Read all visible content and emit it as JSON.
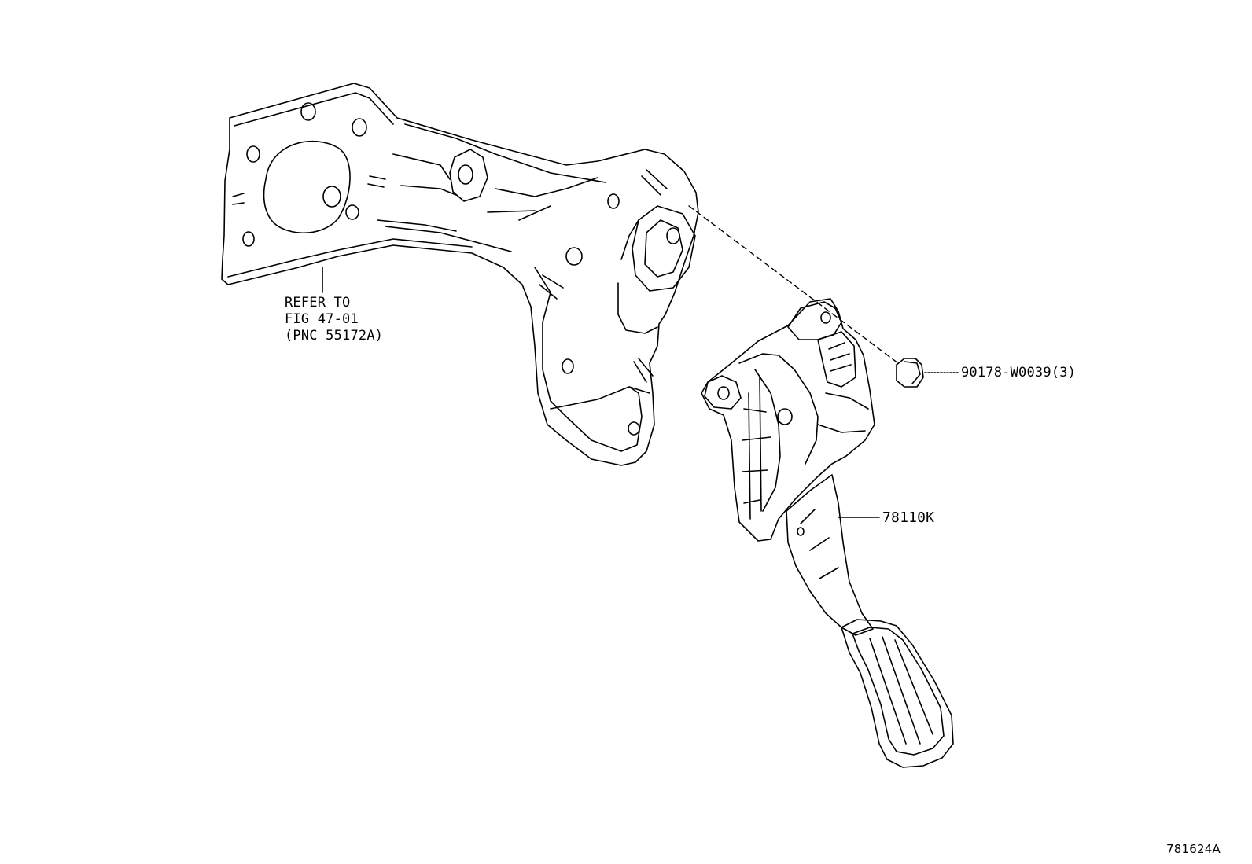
{
  "diagram": {
    "refer_note": {
      "line1": "REFER TO",
      "line2": "FIG 47-01",
      "line3": "(PNC 55172A)"
    },
    "parts": [
      {
        "number": "90178-W0039(3)",
        "part": "nut"
      },
      {
        "number": "78110K",
        "part": "accelerator-pedal"
      }
    ],
    "figure_id": "781624A",
    "line_color": "#000000",
    "background": "#ffffff"
  }
}
